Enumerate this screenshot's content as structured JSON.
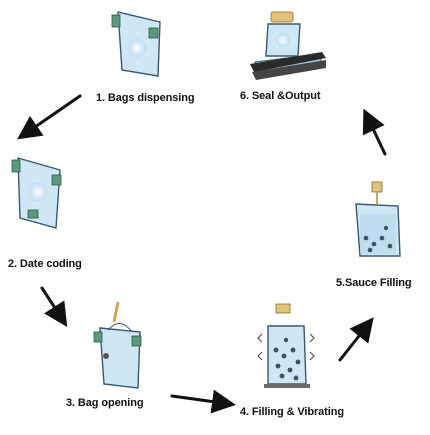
{
  "steps": [
    {
      "label": "1. Bags dispensing",
      "icon": "bag-dispensing-icon"
    },
    {
      "label": "2. Date coding",
      "icon": "date-coding-bag-icon"
    },
    {
      "label": "3. Bag opening",
      "icon": "bag-opening-icon"
    },
    {
      "label": "4. Filling & Vibrating",
      "icon": "filling-vibrating-bag-icon"
    },
    {
      "label": "5.Sauce Filling",
      "icon": "sauce-filling-bag-icon"
    },
    {
      "label": "6. Seal &Output",
      "icon": "seal-output-conveyor-icon"
    }
  ],
  "colors": {
    "bag_fill": "#cfe6f5",
    "bag_stroke": "#3a5870",
    "clip": "#5a9a7a",
    "nozzle": "#e2c27a",
    "conveyor": "#2a2a2a",
    "arrow": "#111111"
  }
}
